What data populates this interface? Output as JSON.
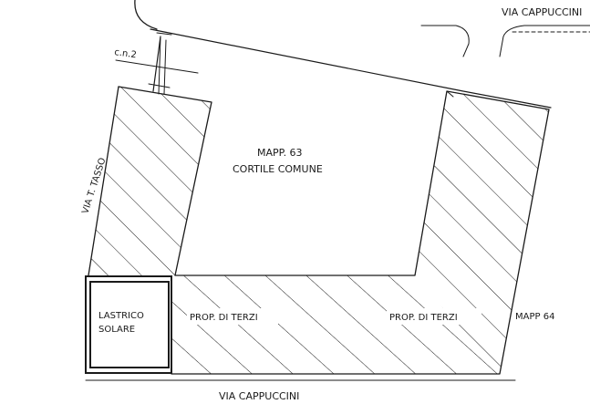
{
  "labels": {
    "street_top": "VIA CAPPUCCINI",
    "street_bottom": "VIA CAPPUCCINI",
    "street_left": "VIA T. TASSO",
    "cn2": "c.n.2",
    "mapp63": "MAPP. 63",
    "cortile": "CORTILE COMUNE",
    "lastrico_1": "LASTRICO",
    "lastrico_2": "SOLARE",
    "prop_left": "PROP. DI TERZI",
    "prop_right": "PROP. DI TERZI",
    "mapp64": "MAPP 64"
  },
  "colors": {
    "ink": "#1a1a1a",
    "paper": "#ffffff"
  }
}
